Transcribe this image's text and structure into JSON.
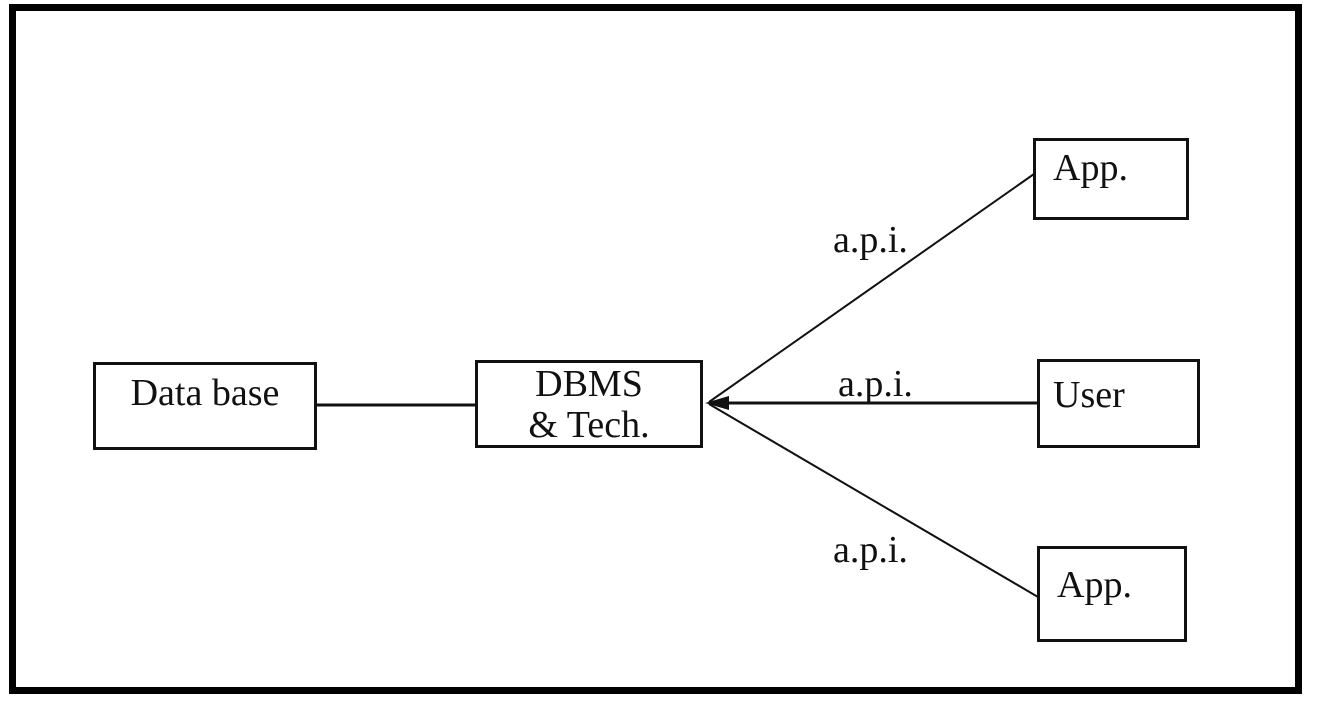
{
  "diagram": {
    "nodes": {
      "database": {
        "label": "Data base"
      },
      "dbms": {
        "line1": "DBMS",
        "line2": "& Tech."
      },
      "app_top": {
        "label": "App."
      },
      "user": {
        "label": "User"
      },
      "app_bottom": {
        "label": "App."
      }
    },
    "connections": [
      {
        "from": "database",
        "to": "dbms",
        "label": "",
        "arrow": "none"
      },
      {
        "from": "app_top",
        "to": "dbms",
        "label": "a.p.i.",
        "arrow": "into-dbms"
      },
      {
        "from": "user",
        "to": "dbms",
        "label": "a.p.i.",
        "arrow": "into-dbms"
      },
      {
        "from": "app_bottom",
        "to": "dbms",
        "label": "a.p.i.",
        "arrow": "into-dbms"
      }
    ],
    "colors": {
      "background": "#ffffff",
      "frame_border": "#000000",
      "box_border": "#111111",
      "line": "#111111",
      "text": "#111111"
    }
  }
}
